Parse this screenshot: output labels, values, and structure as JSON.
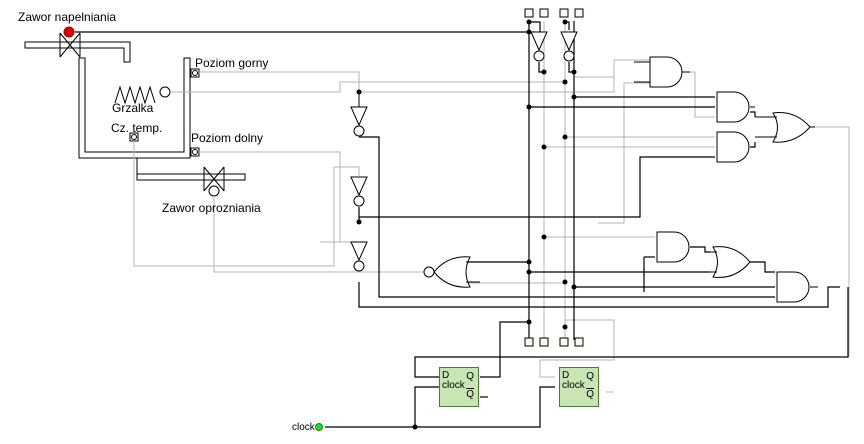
{
  "labels": {
    "fill_valve": "Zawor napelniania",
    "upper_level": "Poziom gorny",
    "heater": "Grzalka",
    "temp_sensor": "Cz. temp.",
    "lower_level": "Poziom dolny",
    "drain_valve": "Zawor oprozniania",
    "clock": "clock"
  },
  "flipflops": [
    {
      "d": "D",
      "clock": "clock",
      "q": "Q",
      "qbar": "Q"
    },
    {
      "d": "D",
      "clock": "clock",
      "q": "Q",
      "qbar": "Q"
    }
  ],
  "colors": {
    "wire_active": "#000000",
    "wire_inactive": "#b4b4b4",
    "fill_valve_indicator": "#e00000",
    "clock_indicator": "#22dd22",
    "flipflop_fill": "#c8e6b4"
  },
  "gates": {
    "not_count": 5,
    "and_count": 5,
    "or_count": 2,
    "nor_count": 1,
    "d_flipflop_count": 2
  }
}
